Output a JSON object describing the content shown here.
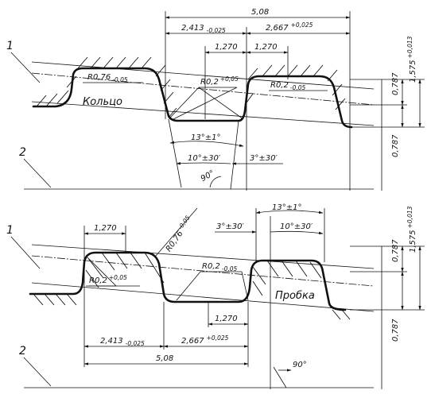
{
  "top_view": {
    "part_name": "Кольцо",
    "leader_1": "1",
    "leader_2": "2",
    "dim_total": "5,08",
    "dim_left": {
      "base": "2,413",
      "tol": "-0,025"
    },
    "dim_right": {
      "base": "2,667",
      "tol": "+0,025"
    },
    "dim_mid_a": "1,270",
    "dim_mid_b": "1,270",
    "radius_big": {
      "base": "R0,76",
      "tol": "-0,05"
    },
    "radius_mid": {
      "base": "R0,2",
      "tol": "+0,05"
    },
    "radius_right": {
      "base": "R0,2",
      "tol": "-0,05"
    },
    "angle_13": "13°±1°",
    "angle_10": "10°±30′",
    "angle_3": "3°±30′",
    "angle_90": "90°",
    "right_dim_top": "0,787",
    "right_dim_bottom": "0,787",
    "right_dim_total": {
      "base": "1,575",
      "tol": "+0,013"
    }
  },
  "bottom_view": {
    "part_name": "Пробка",
    "leader_1": "1",
    "leader_2": "2",
    "dim_top": "1,270",
    "radius_big": {
      "base": "R0,76",
      "tol": "-0,05"
    },
    "radius_mid": {
      "base": "R0,2",
      "tol": "+0,05"
    },
    "radius_right": {
      "base": "R0,2",
      "tol": "-0,05"
    },
    "angle_13": "13°±1°",
    "angle_3": "3°±30′",
    "angle_10": "10°±30′",
    "dim_mid": "1,270",
    "dim_left": {
      "base": "2,413",
      "tol": "-0,025"
    },
    "dim_right": {
      "base": "2,667",
      "tol": "+0,025"
    },
    "dim_total": "5,08",
    "angle_90": "90°",
    "right_dim_top": "0,787",
    "right_dim_bottom": "0,787",
    "right_dim_total": {
      "base": "1,575",
      "tol": "+0,013"
    }
  }
}
